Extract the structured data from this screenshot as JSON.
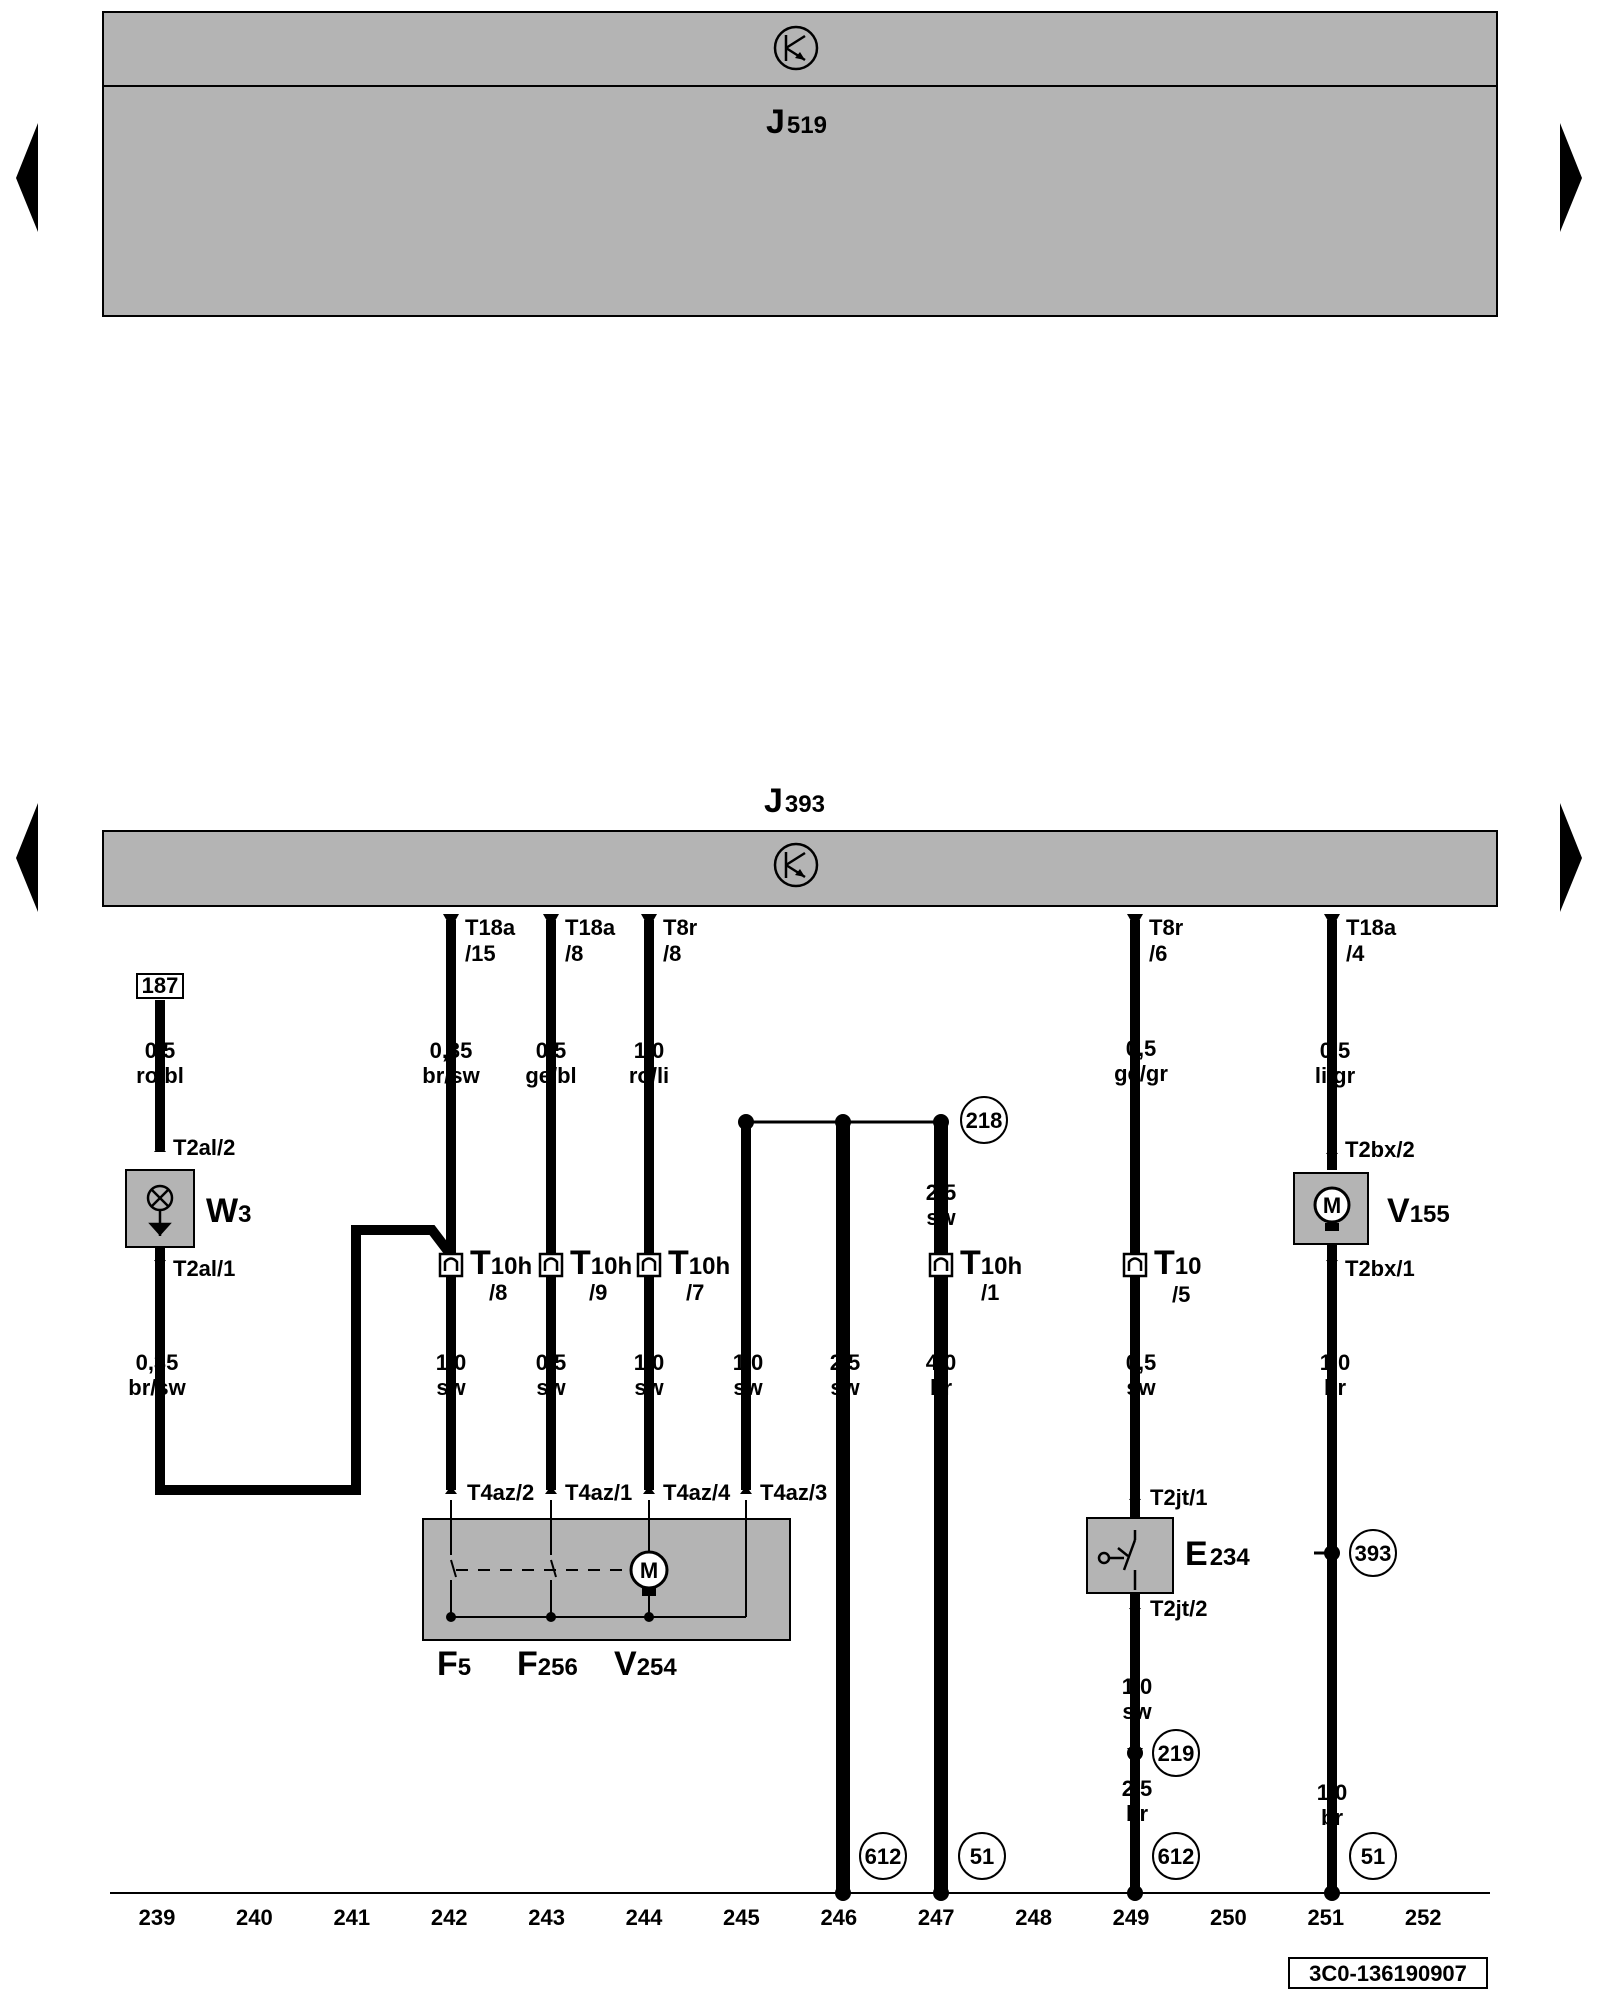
{
  "top_unit": {
    "name": "J",
    "sub": "519"
  },
  "bottom_unit": {
    "name": "J",
    "sub": "393"
  },
  "components": {
    "W3": {
      "name": "W",
      "sub": "3"
    },
    "V155": {
      "name": "V",
      "sub": "155"
    },
    "E234": {
      "name": "E",
      "sub": "234"
    },
    "F5": {
      "name": "F",
      "sub": "5"
    },
    "F256": {
      "name": "F",
      "sub": "256"
    },
    "V254": {
      "name": "V",
      "sub": "254"
    },
    "motor_letter": "M"
  },
  "pins": {
    "t18a_15": [
      "T18a",
      "/15"
    ],
    "t18a_8": [
      "T18a",
      "/8"
    ],
    "t8r_8": [
      "T8r",
      "/8"
    ],
    "t8r_6": [
      "T8r",
      "/6"
    ],
    "t18a_4": [
      "T18a",
      "/4"
    ],
    "t2al_2": "T2al/2",
    "t2al_1": "T2al/1",
    "t2bx_2": "T2bx/2",
    "t2bx_1": "T2bx/1",
    "t4az_2": "T4az/2",
    "t4az_1": "T4az/1",
    "t4az_4": "T4az/4",
    "t4az_3": "T4az/3",
    "t2jt_1": "T2jt/1",
    "t2jt_2": "T2jt/2"
  },
  "connectors": {
    "t10h_8": {
      "name": "T",
      "sub": "10h",
      "pin": "/8"
    },
    "t10h_9": {
      "name": "T",
      "sub": "10h",
      "pin": "/9"
    },
    "t10h_7": {
      "name": "T",
      "sub": "10h",
      "pin": "/7"
    },
    "t10h_1": {
      "name": "T",
      "sub": "10h",
      "pin": "/1"
    },
    "t10_5": {
      "name": "T",
      "sub": "10",
      "pin": "/5"
    }
  },
  "wires": {
    "w239a": [
      "0,5",
      "ro/bl"
    ],
    "w239b": [
      "0,35",
      "br/sw"
    ],
    "w242a": [
      "0,35",
      "br/sw"
    ],
    "w243a": [
      "0,5",
      "ge/bl"
    ],
    "w244a": [
      "1,0",
      "ro/li"
    ],
    "w249a": [
      "0,5",
      "ge/gr"
    ],
    "w251a": [
      "0,5",
      "li/gr"
    ],
    "w247a": [
      "2,5",
      "sw"
    ],
    "w242b": [
      "1,0",
      "sw"
    ],
    "w243b": [
      "0,5",
      "sw"
    ],
    "w244b": [
      "1,0",
      "sw"
    ],
    "w245b": [
      "1,0",
      "sw"
    ],
    "w246b": [
      "2,5",
      "sw"
    ],
    "w247b": [
      "4,0",
      "br"
    ],
    "w249b": [
      "0,5",
      "sw"
    ],
    "w251b": [
      "1,0",
      "br"
    ],
    "w249c": [
      "1,0",
      "sw"
    ],
    "w249d": [
      "2,5",
      "br"
    ],
    "w251c": [
      "1,0",
      "br"
    ]
  },
  "refs": {
    "box187": "187",
    "r218": "218",
    "r393": "393",
    "r219": "219",
    "r612a": "612",
    "r51a": "51",
    "r612b": "612",
    "r51b": "51"
  },
  "columns": [
    "239",
    "240",
    "241",
    "242",
    "243",
    "244",
    "245",
    "246",
    "247",
    "248",
    "249",
    "250",
    "251",
    "252"
  ],
  "part_number": "3C0-136190907",
  "colors": {
    "panel_fill": "#b4b4b4",
    "line": "#000000",
    "background": "#ffffff"
  },
  "icons": [
    "arrow-left-icon",
    "arrow-right-icon",
    "control-unit-symbol-icon",
    "lamp-icon",
    "motor-icon",
    "switch-icon",
    "connector-icon"
  ]
}
